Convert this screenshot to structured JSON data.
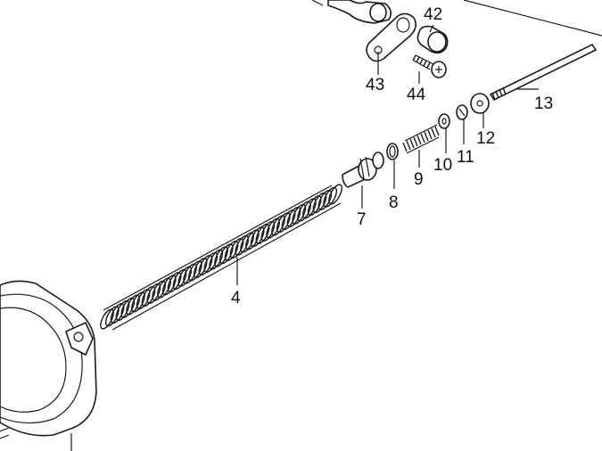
{
  "callouts": {
    "c42": "42",
    "c43": "43",
    "c44": "44",
    "c13": "13",
    "c12": "12",
    "c11": "11",
    "c10": "10",
    "c9": "9",
    "c8": "8",
    "c7": "7",
    "c4": "4"
  }
}
